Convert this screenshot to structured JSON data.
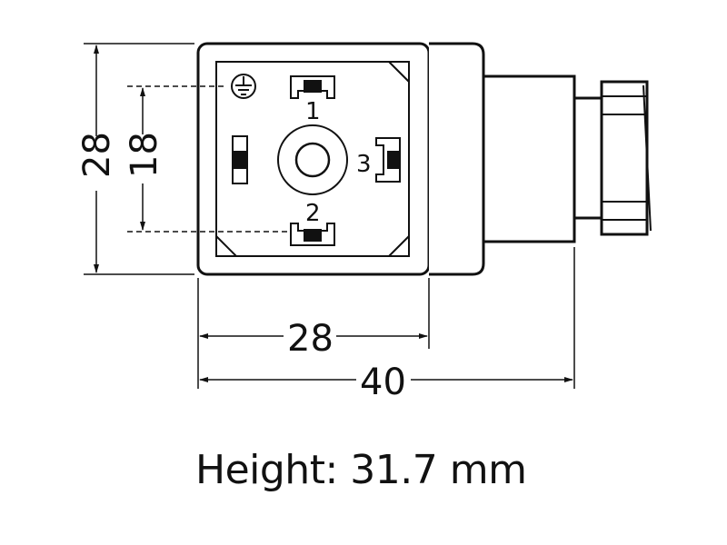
{
  "dimensions": {
    "height_outer": "28",
    "height_pins": "18",
    "width_housing": "28",
    "width_total": "40"
  },
  "pins": {
    "pin1": "1",
    "pin2": "2",
    "pin3": "3"
  },
  "caption": "Height: 31.7 mm",
  "colors": {
    "line": "#111111",
    "background": "#ffffff"
  }
}
